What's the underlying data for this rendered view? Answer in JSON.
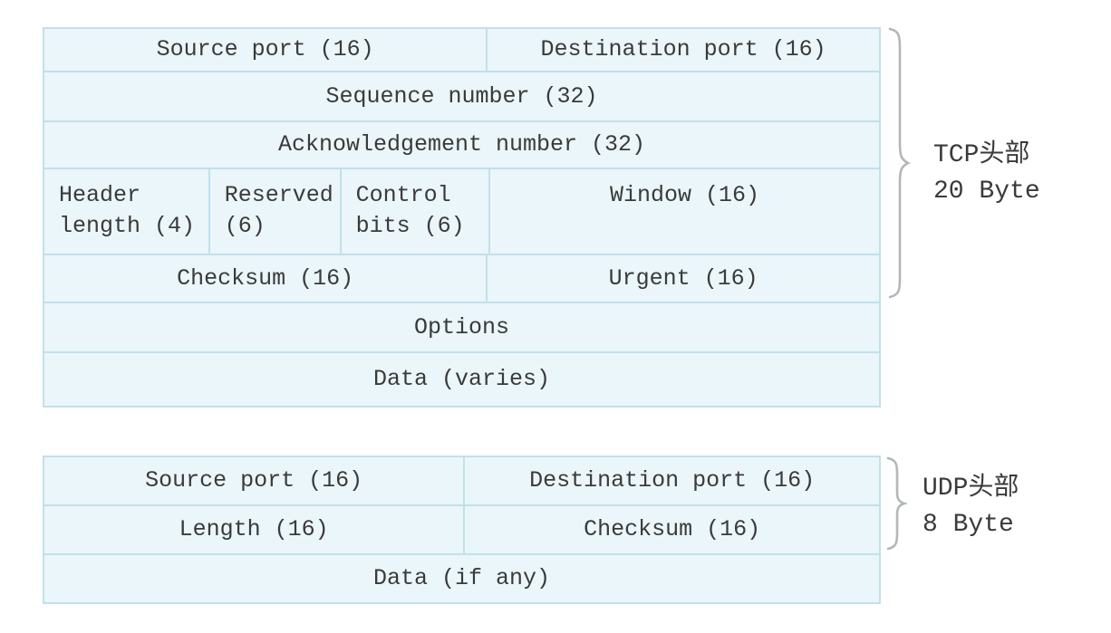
{
  "tcp_table": {
    "rows": [
      [
        "Source port (16)",
        "Destination port (16)"
      ],
      [
        "Sequence number (32)"
      ],
      [
        "Acknowledgement number (32)"
      ],
      [
        "Header length (4)",
        "Reserved (6)",
        "Control bits (6)",
        "Window (16)"
      ],
      [
        "Checksum (16)",
        "Urgent (16)"
      ],
      [
        "Options"
      ],
      [
        "Data (varies)"
      ]
    ]
  },
  "tcp_annotation": {
    "line1": "TCP头部",
    "line2": "20 Byte"
  },
  "udp_table": {
    "rows": [
      [
        "Source port (16)",
        "Destination port (16)"
      ],
      [
        "Length (16)",
        "Checksum (16)"
      ],
      [
        "Data (if any)"
      ]
    ]
  },
  "udp_annotation": {
    "line1": "UDP头部",
    "line2": "8 Byte"
  },
  "colors": {
    "cell_bg": "#eaf6f9",
    "border": "#c0e1ea",
    "text": "#3a3a3a",
    "brace": "#b3b7b9"
  }
}
